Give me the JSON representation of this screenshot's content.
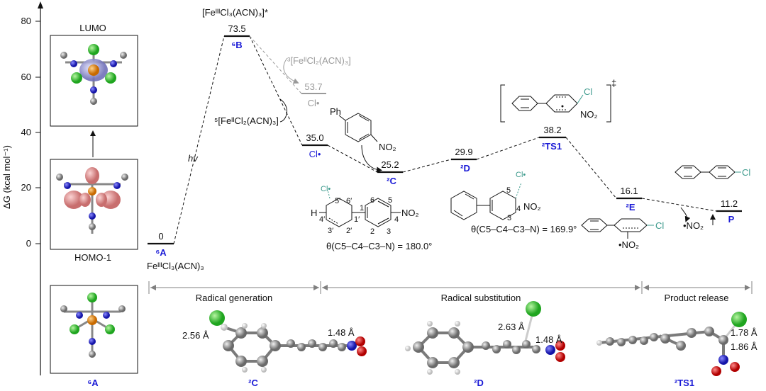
{
  "axis": {
    "label": "ΔG (kcal mol⁻¹)",
    "ticks": [
      "80",
      "60",
      "40",
      "20",
      "0"
    ]
  },
  "orbitals": {
    "lumo": "LUMO",
    "homo": "HOMO-1",
    "bottom_label": "⁶A"
  },
  "states": {
    "A": {
      "value": "0",
      "label": "⁶A",
      "formula": "FeᴵᴵᴵCl₃(ACN)₃"
    },
    "B": {
      "value": "73.5",
      "label": "⁶B",
      "formula": "[FeᴵᴵᴵCl₃(ACN)₃]*"
    },
    "B3": {
      "value": "53.7",
      "formula": "³[FeᴵᴵCl₂(ACN)₃]",
      "cl": "Cl•"
    },
    "C0": {
      "value": "35.0",
      "cl": "Cl•",
      "formula": "⁵[FeᴵᴵCl₂(ACN)₃]"
    },
    "C": {
      "value": "25.2",
      "label": "²C"
    },
    "D": {
      "value": "29.9",
      "label": "²D"
    },
    "TS1": {
      "value": "38.2",
      "label": "²TS1"
    },
    "E": {
      "value": "16.1",
      "label": "²E"
    },
    "P": {
      "value": "11.2",
      "label": "P"
    }
  },
  "annotations": {
    "hv": "hv",
    "ph": "Ph",
    "no2": "NO₂",
    "theta_c": "θ(C5–C4–C3–N) = 180.0°",
    "theta_d": "θ(C5–C4–C3–N) = 169.9°",
    "no2_rad": "•NO₂",
    "cl_rad": "Cl•",
    "cl": "Cl",
    "h": "H",
    "dagger": "‡",
    "atoms": [
      "5′",
      "6′",
      "4′",
      "3′",
      "2′",
      "1′",
      "1",
      "6",
      "5",
      "4",
      "2",
      "3",
      "5",
      "4",
      "3"
    ]
  },
  "phases": [
    "Radical generation",
    "Radical substitution",
    "Product release"
  ],
  "structures": {
    "C": {
      "label": "²C",
      "d1": "2.56 Å",
      "d2": "1.48 Å"
    },
    "D": {
      "label": "²D",
      "d1": "2.63 Å",
      "d2": "1.48 Å"
    },
    "TS1": {
      "label": "²TS1",
      "d1": "1.78 Å",
      "d2": "1.86 Å"
    }
  },
  "colors": {
    "blue": "#1a1ad6",
    "gray": "#9a9a9a",
    "teal": "#3c9a8c",
    "cl": "#2ecc40",
    "n": "#2222cc",
    "o": "#dd1111",
    "fe": "#e08a2a",
    "lobe": "#e59a9a"
  }
}
